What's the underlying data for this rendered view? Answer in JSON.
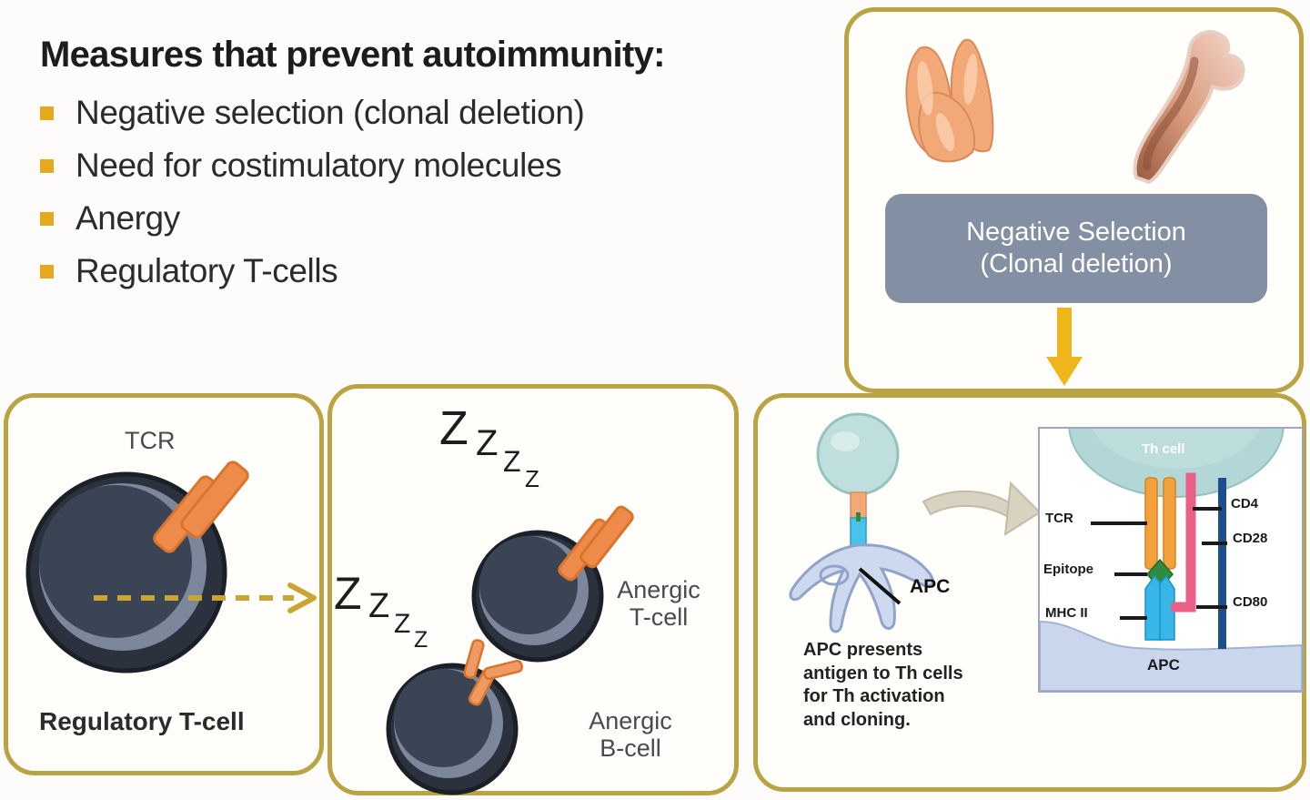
{
  "heading": "Measures that prevent autoimmunity:",
  "bullets": [
    {
      "text": "Negative selection (clonal deletion)"
    },
    {
      "text": "Need for costimulatory molecules"
    },
    {
      "text": "Anergy"
    },
    {
      "text": "Regulatory T-cells"
    }
  ],
  "negative_selection_panel": {
    "label_line1": "Negative Selection",
    "label_line2": "(Clonal deletion)",
    "organs": [
      {
        "name": "thymus",
        "color": "#f0a070"
      },
      {
        "name": "bone-marrow",
        "color": "#e8b3a3"
      }
    ],
    "label_bg": "#838fa3",
    "arrow_color": "#efb61c"
  },
  "regulatory_panel": {
    "tcr_label": "TCR",
    "cell_label": "Regulatory T-cell",
    "cell_color": "#3c4454",
    "receptor_color": "#ef8b4a",
    "arrow_color": "#c9a634"
  },
  "anergy_panel": {
    "snore": "Z",
    "tcell_label_line1": "Anergic",
    "tcell_label_line2": "T-cell",
    "bcell_label_line1": "Anergic",
    "bcell_label_line2": "B-cell",
    "cell_color": "#3c4454",
    "receptor_color": "#ef8b4a"
  },
  "apc_panel": {
    "apc_pointer_label": "APC",
    "caption": [
      "APC presents",
      "antigen to Th cells",
      "for Th activation",
      "and cloning."
    ],
    "inset": {
      "th_cell_label": "Th cell",
      "apc_label": "APC",
      "left_labels": [
        "TCR",
        "Epitope",
        "MHC II"
      ],
      "right_labels": [
        "CD4",
        "CD28",
        "CD80"
      ],
      "colors": {
        "th_cell": "#a8d5d3",
        "apc": "#c6d2e8",
        "tcr": "#f3a13c",
        "epitope": "#2e8b3f",
        "mhc2": "#36b7e8",
        "cd4": "#ea5f85",
        "cd28_cd80": "#1d4f8f"
      }
    }
  },
  "panel_border_color": "#b9a342"
}
